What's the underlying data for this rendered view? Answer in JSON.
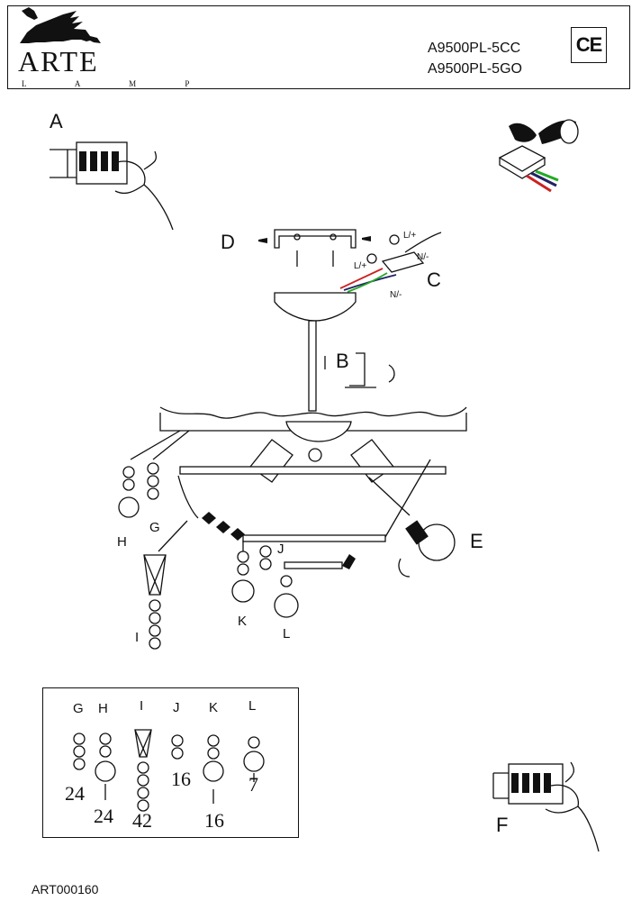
{
  "header": {
    "brand": "ARTE",
    "brand_sub": "L A M P",
    "models": [
      "A9500PL-5CC",
      "A9500PL-5GO"
    ],
    "cert_mark": "CE",
    "logo_icon": "winged-lion-logo"
  },
  "steps": {
    "A": "A",
    "B": "B",
    "C": "C",
    "D": "D",
    "E": "E",
    "F": "F"
  },
  "wiring": {
    "live_1": "L/+",
    "neutral_1": "N/-",
    "live_2": "L/+",
    "neutral_2": "N/-"
  },
  "parts_diagram": {
    "G": "G",
    "H": "H",
    "I": "I",
    "J": "J",
    "K": "K",
    "L": "L"
  },
  "legend": {
    "columns": [
      {
        "label": "G",
        "count": "24"
      },
      {
        "label": "H",
        "count": "24"
      },
      {
        "label": "I",
        "count": "42"
      },
      {
        "label": "J",
        "count": "16"
      },
      {
        "label": "K",
        "count": "16"
      },
      {
        "label": "L",
        "count": "7"
      }
    ]
  },
  "footer": {
    "code": "ART000160"
  }
}
